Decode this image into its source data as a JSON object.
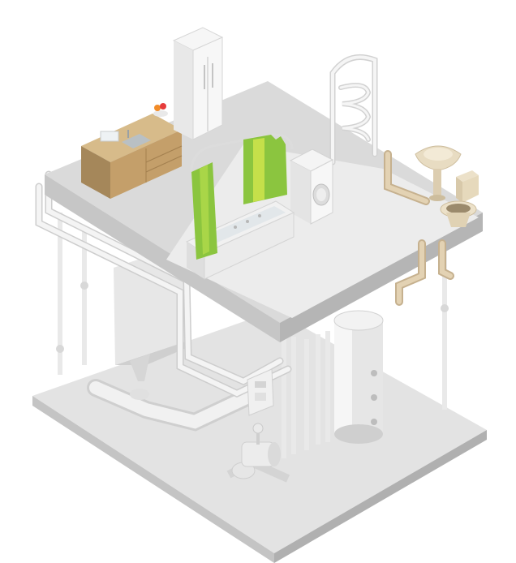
{
  "illustration": {
    "subject": "isometric-house-plumbing-cutaway",
    "floors": [
      "upper-floor",
      "basement-floor"
    ],
    "fixtures": [
      "refrigerator",
      "kitchen-cabinet-with-sink",
      "towel-rail-radiator",
      "bathtub-with-green-curtain",
      "washing-machine",
      "washbasin",
      "toilet",
      "water-heater-tank",
      "control-panel",
      "water-pump",
      "sewer-pipe-elbow"
    ],
    "colors": {
      "background": "#ffffff",
      "floor_top": "#dcdcdc",
      "floor_side": "#bdbdbd",
      "pipe": "#f2f2f2",
      "pipe_shadow": "#cfcfcf",
      "curtain": "#8bc53f",
      "curtain_light": "#c5e04a",
      "cabinet": "#c9a574",
      "sewer_pipe": "#d9c6a5",
      "fruit_orange": "#f28c28"
    }
  }
}
